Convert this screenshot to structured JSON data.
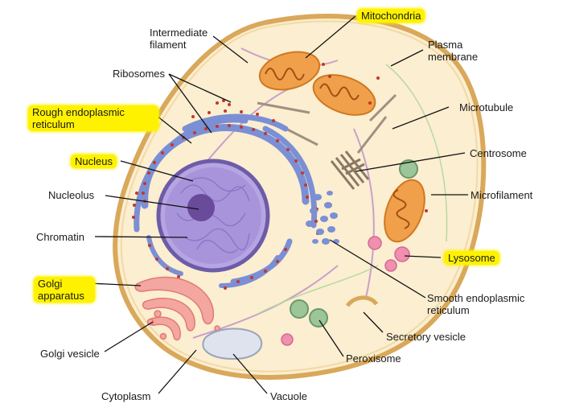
{
  "labels": {
    "mitochondria": "Mitochondria",
    "intermediate_filament_1": "Intermediate",
    "intermediate_filament_2": "filament",
    "plasma_membrane_1": "Plasma",
    "plasma_membrane_2": "membrane",
    "ribosomes": "Ribosomes",
    "rough_er_1": "Rough endoplasmic",
    "rough_er_2": "reticulum",
    "microtubule": "Microtubule",
    "centrosome": "Centrosome",
    "nucleus": "Nucleus",
    "nucleolus": "Nucleolus",
    "microfilament": "Microfilament",
    "chromatin": "Chromatin",
    "lysosome": "Lysosome",
    "golgi_1": "Golgi",
    "golgi_2": "apparatus",
    "smooth_er_1": "Smooth endoplasmic",
    "smooth_er_2": "reticulum",
    "secretory_vesicle": "Secretory vesicle",
    "golgi_vesicle": "Golgi vesicle",
    "peroxisome": "Peroxisome",
    "cytoplasm": "Cytoplasm",
    "vacuole": "Vacuole"
  },
  "colors": {
    "highlight": "#fff200",
    "cell_fill": "#fbeed1",
    "membrane": "#d9a85a",
    "nucleus": "#8e7cc3",
    "er": "#7b8fd4",
    "ribosome": "#c0392b",
    "mitochondria": "#f0a04b",
    "golgi": "#f4a6a0",
    "lysosome": "#f08fb0",
    "peroxisome": "#9cc59a"
  }
}
